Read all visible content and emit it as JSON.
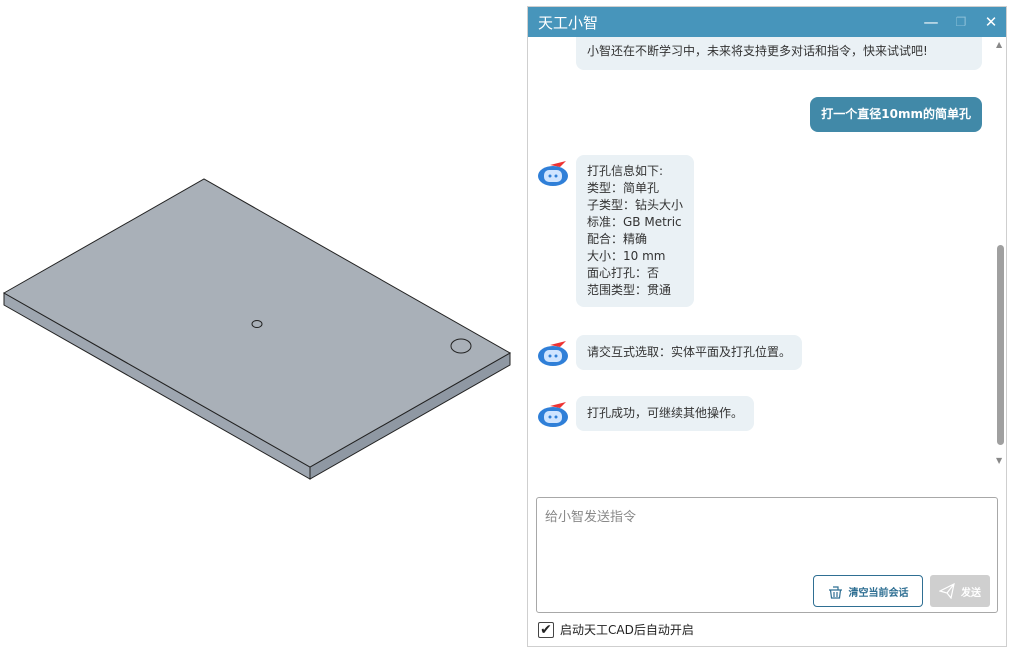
{
  "panel": {
    "title": "天工小智",
    "minimize_icon": "minimize-icon",
    "restore_icon": "restore-icon",
    "close_icon": "close-icon"
  },
  "messages": [
    {
      "role": "bot",
      "text": "小智还在不断学习中，未来将支持更多对话和指令，快来试试吧!"
    },
    {
      "role": "user",
      "text": "打一个直径10mm的简单孔"
    },
    {
      "role": "bot",
      "lines": [
        "打孔信息如下:",
        "类型：简单孔",
        "子类型：钻头大小",
        "标准：GB Metric",
        "配合：精确",
        "大小：10 mm",
        "面心打孔：否",
        "范围类型：贯通"
      ]
    },
    {
      "role": "bot",
      "text": "请交互式选取：实体平面及打孔位置。"
    },
    {
      "role": "bot",
      "text": "打孔成功，可继续其他操作。"
    }
  ],
  "input": {
    "placeholder": "给小智发送指令",
    "value": ""
  },
  "buttons": {
    "clear": "清空当前会话",
    "send": "发送"
  },
  "autostart": {
    "label": "启动天工CAD后自动开启",
    "checked": true
  },
  "colors": {
    "titlebar": "#4795bb",
    "user_bubble": "#4189a8",
    "bot_bubble": "#eaf1f5",
    "plate": "#a9b0b8"
  }
}
